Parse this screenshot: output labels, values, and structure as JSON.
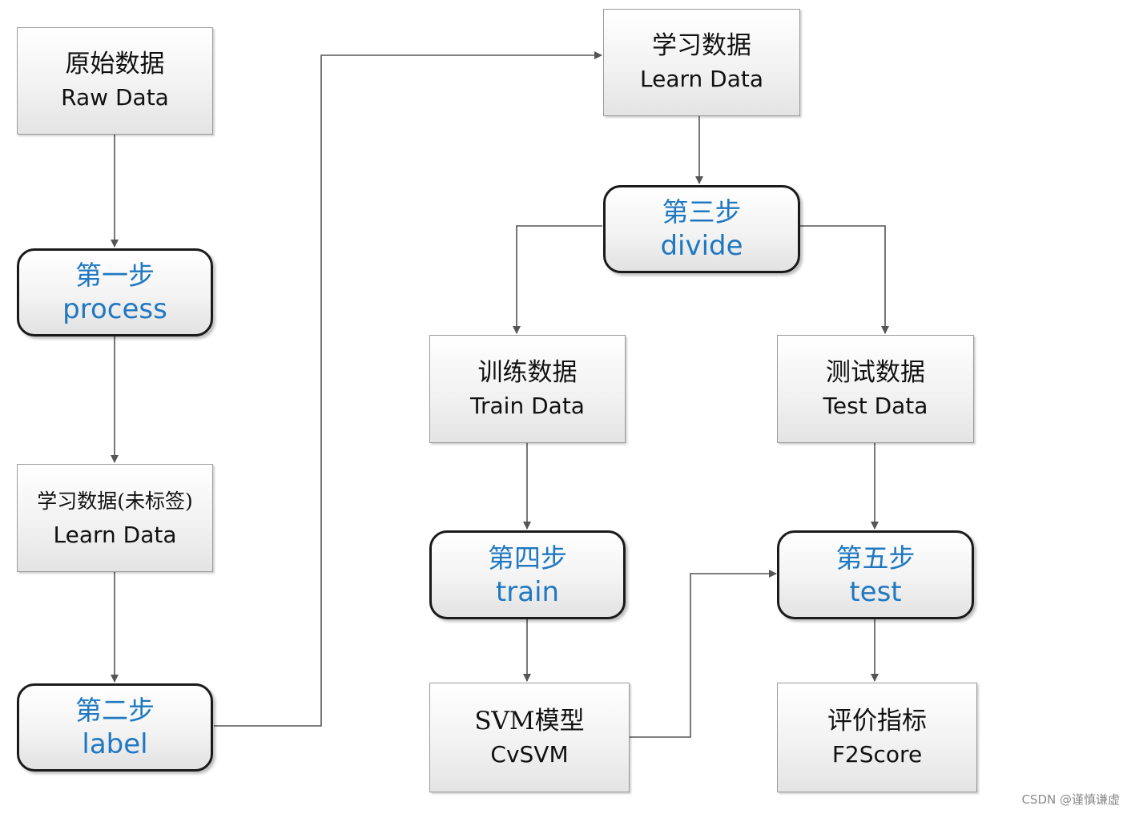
{
  "caption": "",
  "nodes": {
    "raw_data": {
      "zh": "原始数据",
      "en": "Raw Data"
    },
    "step1": {
      "zh": "第一步",
      "en": "process"
    },
    "learn_data_unlabeled": {
      "zh": "学习数据(未标签)",
      "en": "Learn Data"
    },
    "step2": {
      "zh": "第二步",
      "en": "label"
    },
    "learn_data": {
      "zh": "学习数据",
      "en": "Learn Data"
    },
    "step3": {
      "zh": "第三步",
      "en": "divide"
    },
    "train_data": {
      "zh": "训练数据",
      "en": "Train Data"
    },
    "test_data": {
      "zh": "测试数据",
      "en": "Test Data"
    },
    "step4": {
      "zh": "第四步",
      "en": "train"
    },
    "step5": {
      "zh": "第五步",
      "en": "test"
    },
    "svm_model": {
      "zh": "SVM模型",
      "en": "CvSVM"
    },
    "metric": {
      "zh": "评价指标",
      "en": "F2Score"
    }
  },
  "watermark": "CSDN @谨慎谦虚",
  "colors": {
    "step_text": "#1f78c1",
    "line": "#555555"
  }
}
